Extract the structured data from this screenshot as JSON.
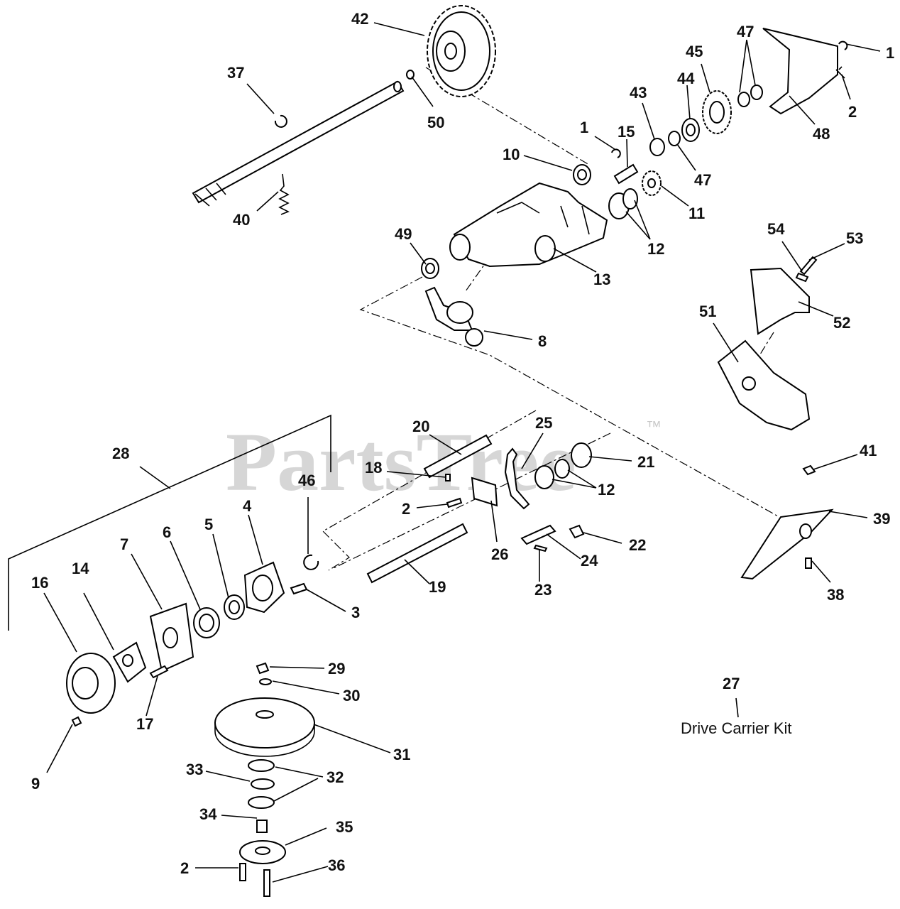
{
  "diagram": {
    "watermark": "PartsTree",
    "watermark_tm": "™",
    "kit_label": "Drive Carrier Kit",
    "callouts": [
      {
        "id": "c42",
        "text": "42"
      },
      {
        "id": "c37",
        "text": "37"
      },
      {
        "id": "c50",
        "text": "50"
      },
      {
        "id": "c40",
        "text": "40"
      },
      {
        "id": "c47a",
        "text": "47"
      },
      {
        "id": "c1a",
        "text": "1"
      },
      {
        "id": "c45",
        "text": "45"
      },
      {
        "id": "c44",
        "text": "44"
      },
      {
        "id": "c43",
        "text": "43"
      },
      {
        "id": "c2a",
        "text": "2"
      },
      {
        "id": "c48",
        "text": "48"
      },
      {
        "id": "c1b",
        "text": "1"
      },
      {
        "id": "c15",
        "text": "15"
      },
      {
        "id": "c10",
        "text": "10"
      },
      {
        "id": "c47b",
        "text": "47"
      },
      {
        "id": "c11",
        "text": "11"
      },
      {
        "id": "c12a",
        "text": "12"
      },
      {
        "id": "c49",
        "text": "49"
      },
      {
        "id": "c13",
        "text": "13"
      },
      {
        "id": "c54",
        "text": "54"
      },
      {
        "id": "c53",
        "text": "53"
      },
      {
        "id": "c52",
        "text": "52"
      },
      {
        "id": "c51",
        "text": "51"
      },
      {
        "id": "c8",
        "text": "8"
      },
      {
        "id": "c20",
        "text": "20"
      },
      {
        "id": "c25",
        "text": "25"
      },
      {
        "id": "c28",
        "text": "28"
      },
      {
        "id": "c18",
        "text": "18"
      },
      {
        "id": "c21",
        "text": "21"
      },
      {
        "id": "c12b",
        "text": "12"
      },
      {
        "id": "c41",
        "text": "41"
      },
      {
        "id": "c46",
        "text": "46"
      },
      {
        "id": "c2b",
        "text": "2"
      },
      {
        "id": "c4",
        "text": "4"
      },
      {
        "id": "c5",
        "text": "5"
      },
      {
        "id": "c7",
        "text": "7"
      },
      {
        "id": "c6",
        "text": "6"
      },
      {
        "id": "c14",
        "text": "14"
      },
      {
        "id": "c16",
        "text": "16"
      },
      {
        "id": "c39",
        "text": "39"
      },
      {
        "id": "c22",
        "text": "22"
      },
      {
        "id": "c26",
        "text": "26"
      },
      {
        "id": "c24",
        "text": "24"
      },
      {
        "id": "c19",
        "text": "19"
      },
      {
        "id": "c23",
        "text": "23"
      },
      {
        "id": "c38",
        "text": "38"
      },
      {
        "id": "c3",
        "text": "3"
      },
      {
        "id": "c29",
        "text": "29"
      },
      {
        "id": "c30",
        "text": "30"
      },
      {
        "id": "c27",
        "text": "27"
      },
      {
        "id": "c31",
        "text": "31"
      },
      {
        "id": "c17",
        "text": "17"
      },
      {
        "id": "c9",
        "text": "9"
      },
      {
        "id": "c33",
        "text": "33"
      },
      {
        "id": "c32",
        "text": "32"
      },
      {
        "id": "c34",
        "text": "34"
      },
      {
        "id": "c35",
        "text": "35"
      },
      {
        "id": "c2c",
        "text": "2"
      },
      {
        "id": "c36",
        "text": "36"
      }
    ]
  }
}
